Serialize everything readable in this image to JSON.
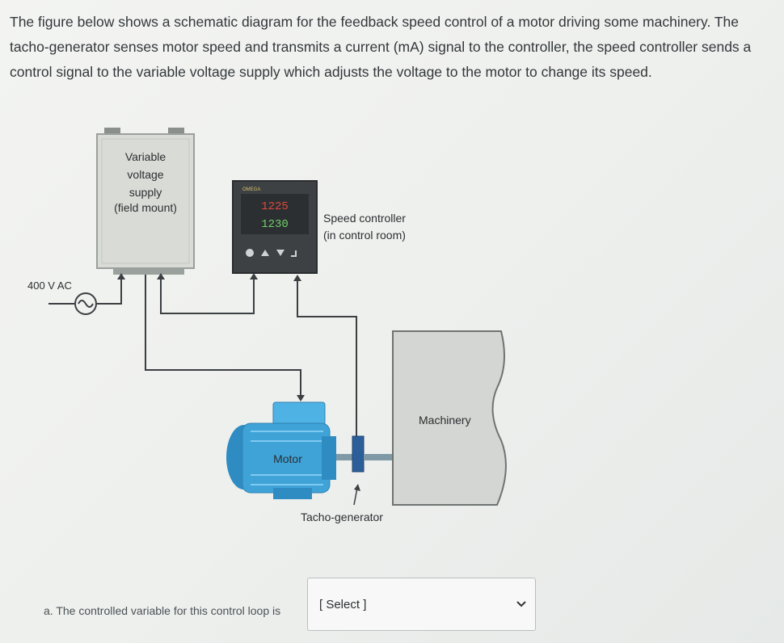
{
  "intro_text": "The figure below shows a schematic diagram for the feedback speed control of a motor driving some machinery. The tacho-generator senses motor speed and transmits a current (mA) signal to the controller, the speed controller sends a control signal to the variable voltage supply which adjusts the voltage to the motor to change its speed.",
  "diagram": {
    "vvs_label": [
      "Variable",
      "voltage",
      "supply",
      "(field mount)"
    ],
    "ac_label": "400 V AC",
    "controller_brand": "OMEGA",
    "controller_display_top": "1225",
    "controller_display_bottom": "1230",
    "speed_controller_label": [
      "Speed controller",
      "(in control room)"
    ],
    "motor_label": "Motor",
    "tacho_label": "Tacho-generator",
    "machinery_label": "Machinery"
  },
  "question": {
    "text": "a. The controlled variable for this control loop is",
    "select_value": "[ Select ]"
  },
  "colors": {
    "wire": "#3b3f42",
    "motor": "#3fa3d8",
    "vvs_box": "#d9dcd6",
    "machinery": "#d4d6d3"
  }
}
